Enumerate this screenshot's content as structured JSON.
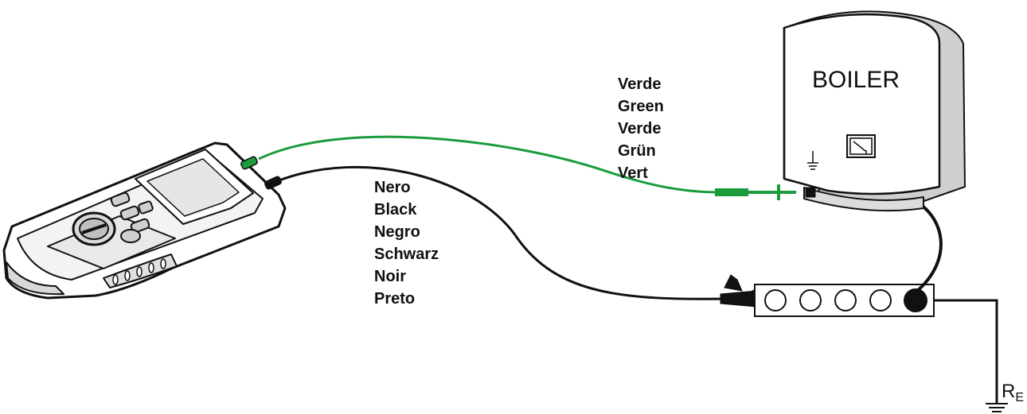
{
  "boiler": {
    "title": "BOILER"
  },
  "green_lead": {
    "labels": [
      "Verde",
      "Green",
      "Verde",
      "Grün",
      "Vert"
    ],
    "color": "#1a9c3c"
  },
  "black_lead": {
    "labels": [
      "Nero",
      "Black",
      "Negro",
      "Schwarz",
      "Noir",
      "Preto"
    ],
    "color": "#111111"
  },
  "earth_resistance": {
    "symbol": "R",
    "subscript": "E"
  },
  "icons": [
    "tester-device-icon",
    "boiler-icon",
    "ground-symbol-icon",
    "meter-icon",
    "clip-icon",
    "terminal-bar-icon"
  ]
}
